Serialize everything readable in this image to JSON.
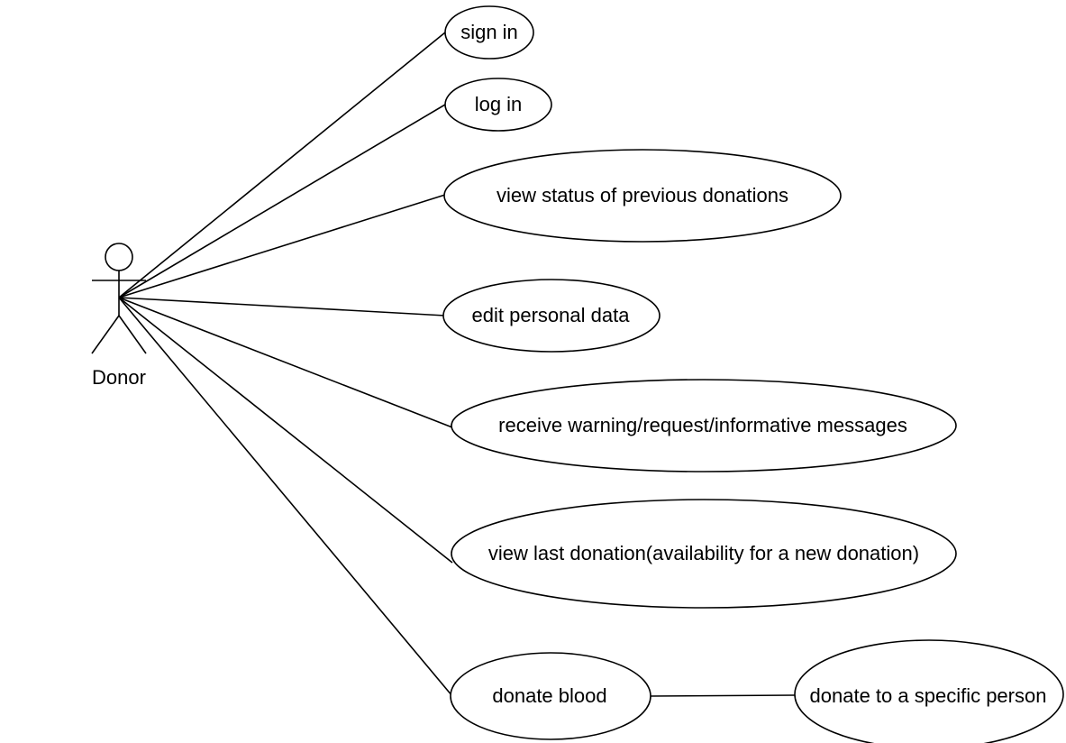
{
  "colors": {
    "stroke": "#000000",
    "background": "#ffffff"
  },
  "actor": {
    "label": "Donor"
  },
  "use_cases": [
    {
      "id": "sign-in",
      "label": "sign in"
    },
    {
      "id": "log-in",
      "label": "log in"
    },
    {
      "id": "view-status",
      "label": "view status of previous donations"
    },
    {
      "id": "edit-personal-data",
      "label": "edit personal data"
    },
    {
      "id": "receive-messages",
      "label": "receive warning/request/informative messages"
    },
    {
      "id": "view-last-donation",
      "label": "view last donation(availability for a new donation)"
    },
    {
      "id": "donate-blood",
      "label": "donate blood"
    },
    {
      "id": "donate-specific",
      "label": "donate to a specific person"
    }
  ],
  "associations": [
    {
      "from": "actor",
      "to": "sign-in"
    },
    {
      "from": "actor",
      "to": "log-in"
    },
    {
      "from": "actor",
      "to": "view-status"
    },
    {
      "from": "actor",
      "to": "edit-personal-data"
    },
    {
      "from": "actor",
      "to": "receive-messages"
    },
    {
      "from": "actor",
      "to": "view-last-donation"
    },
    {
      "from": "actor",
      "to": "donate-blood"
    },
    {
      "from": "donate-blood",
      "to": "donate-specific"
    }
  ]
}
